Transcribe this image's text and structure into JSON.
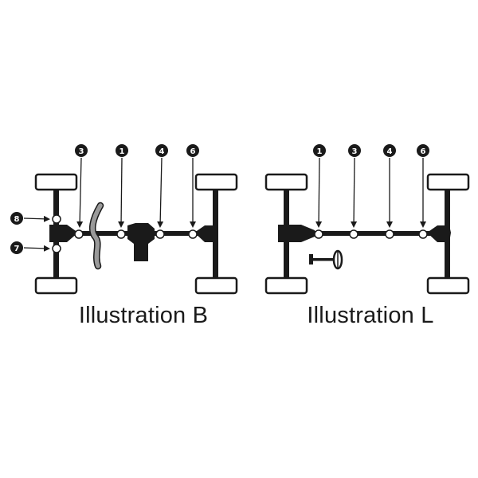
{
  "illustration_b": {
    "caption": "Illustration B",
    "top_labels": [
      "3",
      "1",
      "4",
      "6"
    ],
    "side_labels": [
      "8",
      "7"
    ]
  },
  "illustration_l": {
    "caption": "Illustration L",
    "top_labels": [
      "1",
      "3",
      "4",
      "6"
    ]
  },
  "colors": {
    "ink": "#1a1a1a",
    "shaft_gray": "#9a9a9a",
    "wheel_fill": "#ffffff"
  }
}
